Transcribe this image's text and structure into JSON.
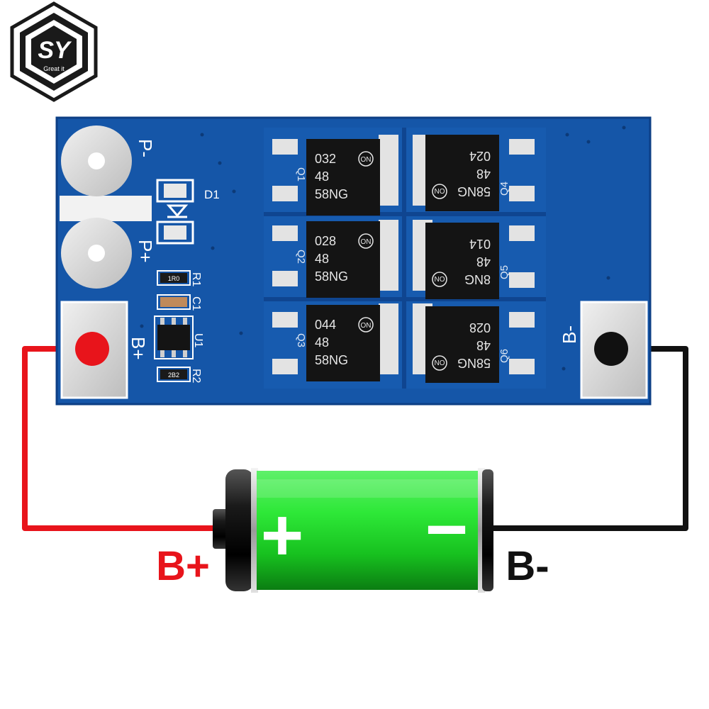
{
  "logo": {
    "mark": "SY",
    "tagline": "Great it"
  },
  "board": {
    "pads": {
      "p_minus": "P-",
      "p_plus": "P+",
      "b_plus": "B+",
      "b_minus": "B-"
    },
    "designators": {
      "d1": "D1",
      "r1": "R1",
      "c1": "C1",
      "u1": "U1",
      "r2": "R2",
      "q1": "Q1",
      "q2": "Q2",
      "q3": "Q3",
      "q4": "Q4",
      "q5": "Q5",
      "q6": "Q6"
    },
    "component_codes": {
      "r1": "1R0",
      "r2": "2B2"
    },
    "mosfets": [
      {
        "line1": "032",
        "line2": "48",
        "line3": "58NG",
        "brand": "ON"
      },
      {
        "line1": "58NG",
        "line2": "48",
        "line3": "024",
        "brand": "ON"
      },
      {
        "line1": "028",
        "line2": "48",
        "line3": "58NG",
        "brand": "ON"
      },
      {
        "line1": "8NG",
        "line2": "48",
        "line3": "014",
        "brand": "ON"
      },
      {
        "line1": "044",
        "line2": "48",
        "line3": "58NG",
        "brand": "ON"
      },
      {
        "line1": "58NG",
        "line2": "48",
        "line3": "028",
        "brand": "ON"
      }
    ]
  },
  "battery": {
    "plus_symbol": "+",
    "minus_symbol": "−"
  },
  "labels": {
    "b_plus": "B+",
    "b_minus": "B-"
  },
  "colors": {
    "pcb": "#1556a8",
    "pcb_dark": "#0f4590",
    "pad": "#d9d9d9",
    "wire_positive": "#e8141b",
    "wire_negative": "#111111",
    "battery_green": "#25d82b",
    "label_positive": "#e8141b",
    "label_negative": "#111111"
  }
}
